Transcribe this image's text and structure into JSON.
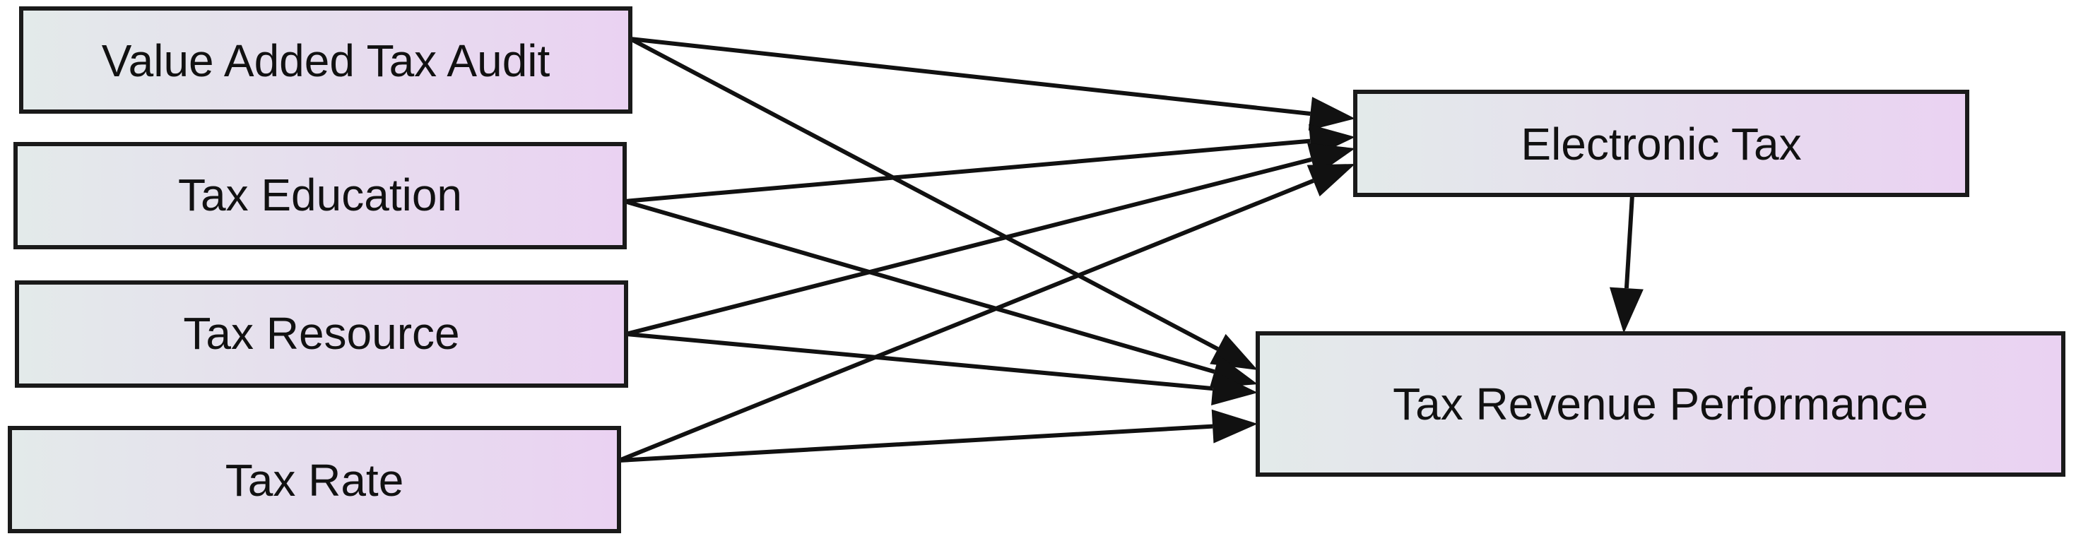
{
  "diagram": {
    "nodes": [
      {
        "id": "vat_audit",
        "label": "Value Added Tax Audit"
      },
      {
        "id": "tax_education",
        "label": "Tax Education"
      },
      {
        "id": "tax_resource",
        "label": "Tax Resource"
      },
      {
        "id": "tax_rate",
        "label": "Tax Rate"
      },
      {
        "id": "electronic_tax",
        "label": "Electronic Tax"
      },
      {
        "id": "tax_revenue",
        "label": "Tax Revenue Performance"
      }
    ],
    "edges": [
      {
        "from": "vat_audit",
        "to": "electronic_tax"
      },
      {
        "from": "vat_audit",
        "to": "tax_revenue"
      },
      {
        "from": "tax_education",
        "to": "electronic_tax"
      },
      {
        "from": "tax_education",
        "to": "tax_revenue"
      },
      {
        "from": "tax_resource",
        "to": "electronic_tax"
      },
      {
        "from": "tax_resource",
        "to": "tax_revenue"
      },
      {
        "from": "tax_rate",
        "to": "electronic_tax"
      },
      {
        "from": "tax_rate",
        "to": "tax_revenue"
      },
      {
        "from": "electronic_tax",
        "to": "tax_revenue"
      }
    ],
    "colors": {
      "node_fill_left": "#e3eaea",
      "node_fill_right": "#ead2f2",
      "node_stroke": "#1a1a1a",
      "edge": "#111111"
    }
  }
}
